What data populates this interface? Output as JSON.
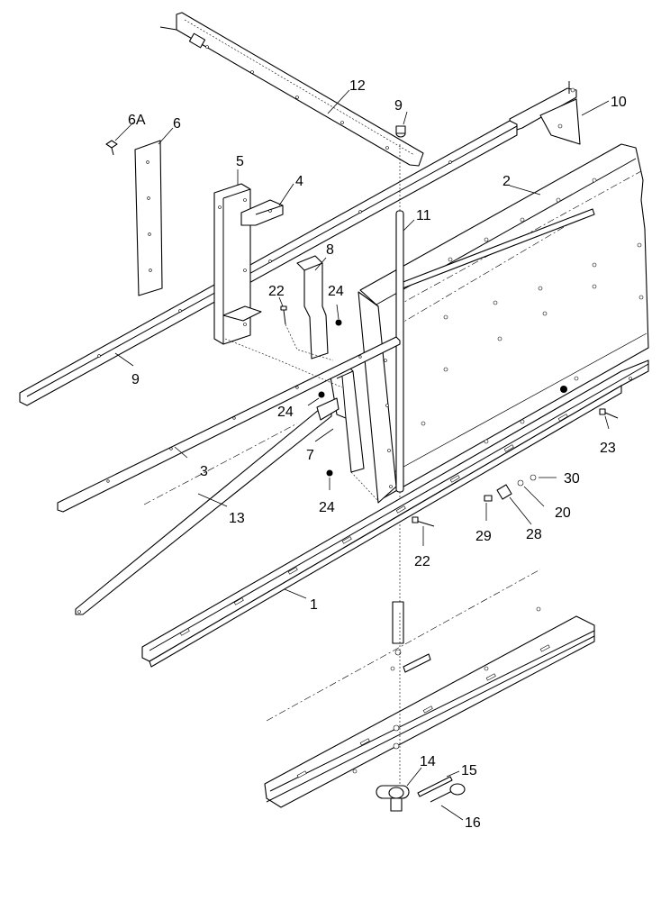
{
  "callouts": [
    {
      "id": "c12",
      "text": "12"
    },
    {
      "id": "c9a",
      "text": "9"
    },
    {
      "id": "c10",
      "text": "10"
    },
    {
      "id": "c6A",
      "text": "6A"
    },
    {
      "id": "c6",
      "text": "6"
    },
    {
      "id": "c5",
      "text": "5"
    },
    {
      "id": "c4",
      "text": "4"
    },
    {
      "id": "c2",
      "text": "2"
    },
    {
      "id": "c11",
      "text": "11"
    },
    {
      "id": "c8",
      "text": "8"
    },
    {
      "id": "c22a",
      "text": "22"
    },
    {
      "id": "c24a",
      "text": "24"
    },
    {
      "id": "c9b",
      "text": "9"
    },
    {
      "id": "c24b",
      "text": "24"
    },
    {
      "id": "c7",
      "text": "7"
    },
    {
      "id": "c3",
      "text": "3"
    },
    {
      "id": "c24c",
      "text": "24"
    },
    {
      "id": "c13",
      "text": "13"
    },
    {
      "id": "c23",
      "text": "23"
    },
    {
      "id": "c30",
      "text": "30"
    },
    {
      "id": "c20",
      "text": "20"
    },
    {
      "id": "c29",
      "text": "29"
    },
    {
      "id": "c28",
      "text": "28"
    },
    {
      "id": "c22b",
      "text": "22"
    },
    {
      "id": "c1",
      "text": "1"
    },
    {
      "id": "c14",
      "text": "14"
    },
    {
      "id": "c15",
      "text": "15"
    },
    {
      "id": "c16",
      "text": "16"
    }
  ]
}
